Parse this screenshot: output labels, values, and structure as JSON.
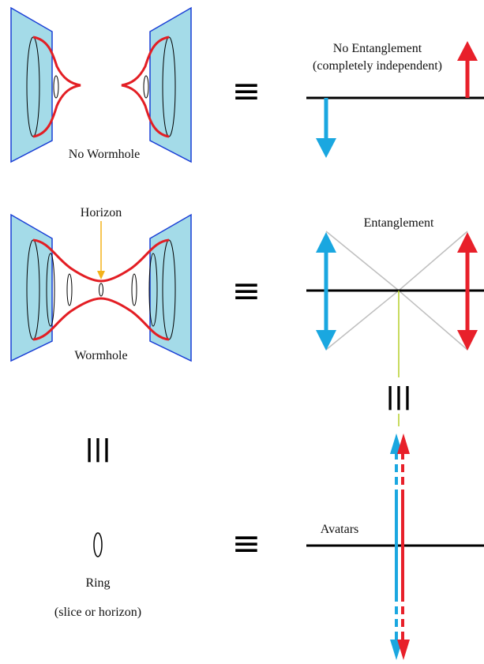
{
  "colors": {
    "panel_fill": "#a4dbe8",
    "panel_stroke": "#1a3fd6",
    "throat": "#e31e24",
    "horizon_arrow": "#f3b21b",
    "blue_arrow": "#1aa7e0",
    "red_arrow": "#e8202a",
    "cone_line": "#bfbfbf",
    "link_line": "#b5cf2a",
    "ink": "#000000"
  },
  "labels": {
    "no_wormhole": "No Wormhole",
    "no_entanglement": "No Entanglement",
    "completely_independent": "(completely independent)",
    "horizon": "Horizon",
    "wormhole": "Wormhole",
    "entanglement": "Entanglement",
    "avatars": "Avatars",
    "ring": "Ring",
    "slice_or_horizon": "(slice or horizon)"
  },
  "symbols": {
    "equivalent": "≡",
    "vertical_equivalent": "|||"
  }
}
